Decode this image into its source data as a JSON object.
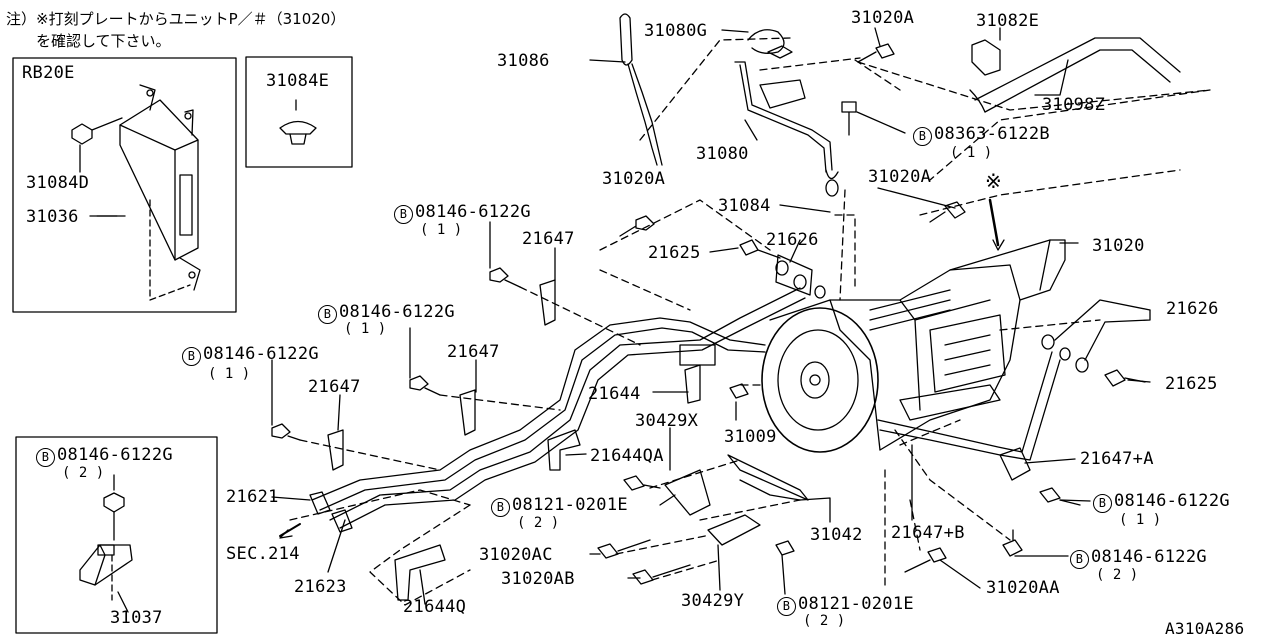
{
  "note": {
    "line1": "注）※打刻プレートからユニットP／＃（31020）",
    "line2": "　　を確認して下さい。"
  },
  "inset_left": {
    "title": "RB20E"
  },
  "diagram_id": "A310A286",
  "bolt_symbol": "B",
  "labels": {
    "p31086": "31086",
    "p31080g": "31080G",
    "p31020a_top": "31020A",
    "p31082e": "31082E",
    "p31098z": "31098Z",
    "p08363": "08363-6122B",
    "p08363_qty": "( 1 )",
    "p31080": "31080",
    "p31084e": "31084E",
    "p31084d": "31084D",
    "p31036": "31036",
    "p31020a_mid": "31020A",
    "p31020a_right": "31020A",
    "p31084": "31084",
    "p08146_a": "08146-6122G",
    "p08146_a_qty": "( 1 )",
    "p21647_a": "21647",
    "p21626_a": "21626",
    "p21625_a": "21625",
    "p31020": "31020",
    "p08146_b": "08146-6122G",
    "p08146_b_qty": "( 1 )",
    "p21647_b": "21647",
    "p08146_c": "08146-6122G",
    "p08146_c_qty": "( 1 )",
    "p21647_c": "21647",
    "p21644": "21644",
    "p30429x": "30429X",
    "p31009": "31009",
    "p21626_b": "21626",
    "p21625_b": "21625",
    "p08146_d": "08146-6122G",
    "p08146_d_qty": "( 2 )",
    "p21621": "21621",
    "p216440a": "21644QA",
    "p21647a": "21647+A",
    "p08121_a": "08121-0201E",
    "p08121_a_qty": "( 2 )",
    "p08146_e": "08146-6122G",
    "p08146_e_qty": "( 1 )",
    "psec214": "SEC.214",
    "p31042": "31042",
    "p21647b": "21647+B",
    "p31020ac": "31020AC",
    "p08146_f": "08146-6122G",
    "p08146_f_qty": "( 2 )",
    "p21623": "21623",
    "p31020ab": "31020AB",
    "p31020aa": "31020AA",
    "p31037": "31037",
    "p21644q": "21644Q",
    "p30429y": "30429Y",
    "p08121_b": "08121-0201E",
    "p08121_b_qty": "( 2 )",
    "asterisk": "※"
  }
}
